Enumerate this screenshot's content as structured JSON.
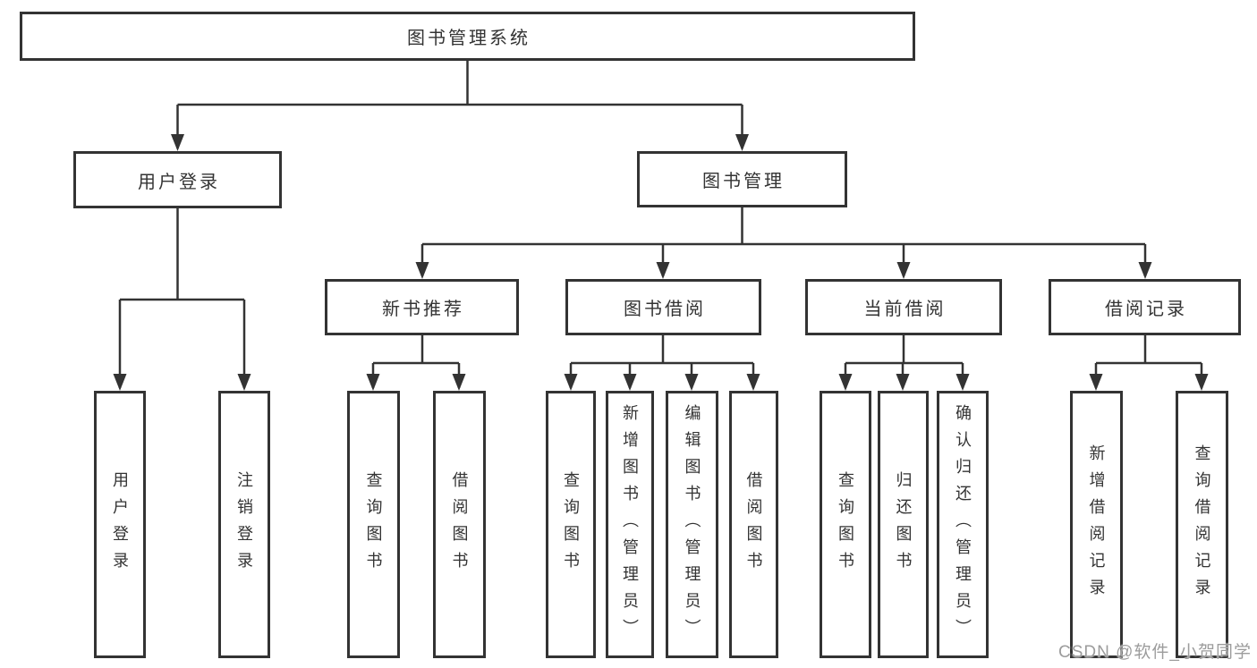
{
  "watermark": "CSDN @软件_小贺同学",
  "colors": {
    "line": "#333333",
    "box_border": "#333333",
    "box_background": "#ffffff",
    "text": "#333333",
    "watermark_text": "#9c9c9c"
  },
  "tree": {
    "label": "图书管理系统",
    "children": [
      {
        "label": "用户登录",
        "children": [
          {
            "label": "用户登录"
          },
          {
            "label": "注销登录"
          }
        ]
      },
      {
        "label": "图书管理",
        "children": [
          {
            "label": "新书推荐",
            "children": [
              {
                "label": "查询图书"
              },
              {
                "label": "借阅图书"
              }
            ]
          },
          {
            "label": "图书借阅",
            "children": [
              {
                "label": "查询图书"
              },
              {
                "label": "新增图书（管理员）"
              },
              {
                "label": "编辑图书（管理员）"
              },
              {
                "label": "借阅图书"
              }
            ]
          },
          {
            "label": "当前借阅",
            "children": [
              {
                "label": "查询图书"
              },
              {
                "label": "归还图书"
              },
              {
                "label": "确认归还（管理员）"
              }
            ]
          },
          {
            "label": "借阅记录",
            "children": [
              {
                "label": "新增借阅记录"
              },
              {
                "label": "查询借阅记录"
              }
            ]
          }
        ]
      }
    ]
  }
}
